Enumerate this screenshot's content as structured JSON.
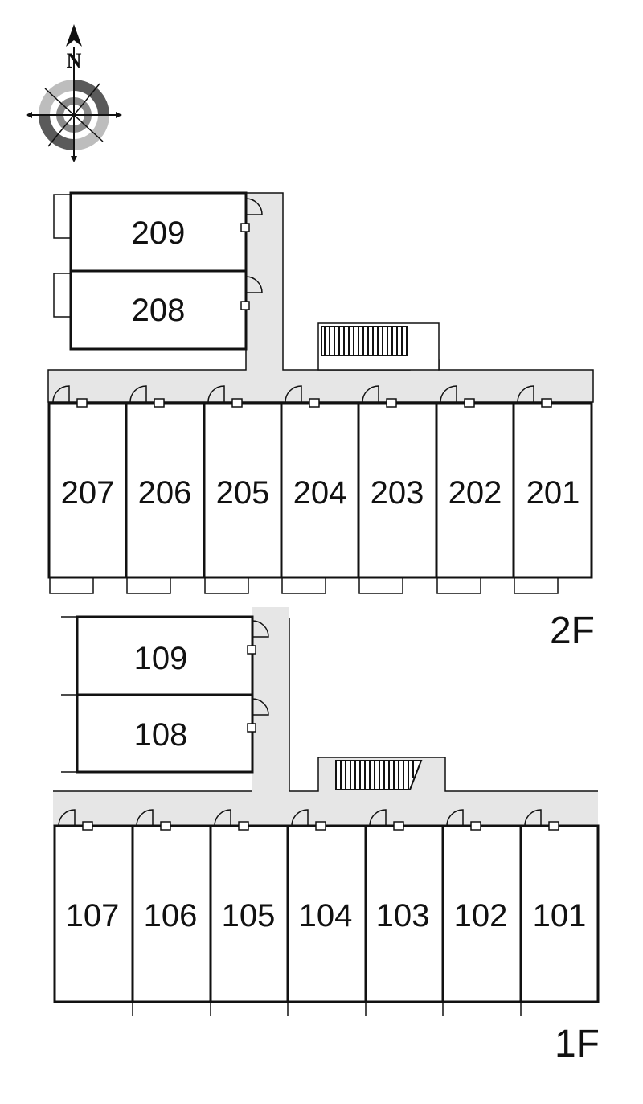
{
  "compass": {
    "label": "N",
    "icon": "compass-rose-icon"
  },
  "colors": {
    "corridor": "#e6e6e6",
    "wall": "#111111",
    "background": "#ffffff"
  },
  "floors": [
    {
      "label": "2F",
      "units": [
        "209",
        "208",
        "207",
        "206",
        "205",
        "204",
        "203",
        "202",
        "201"
      ]
    },
    {
      "label": "1F",
      "units": [
        "109",
        "108",
        "107",
        "106",
        "105",
        "104",
        "103",
        "102",
        "101"
      ]
    }
  ]
}
